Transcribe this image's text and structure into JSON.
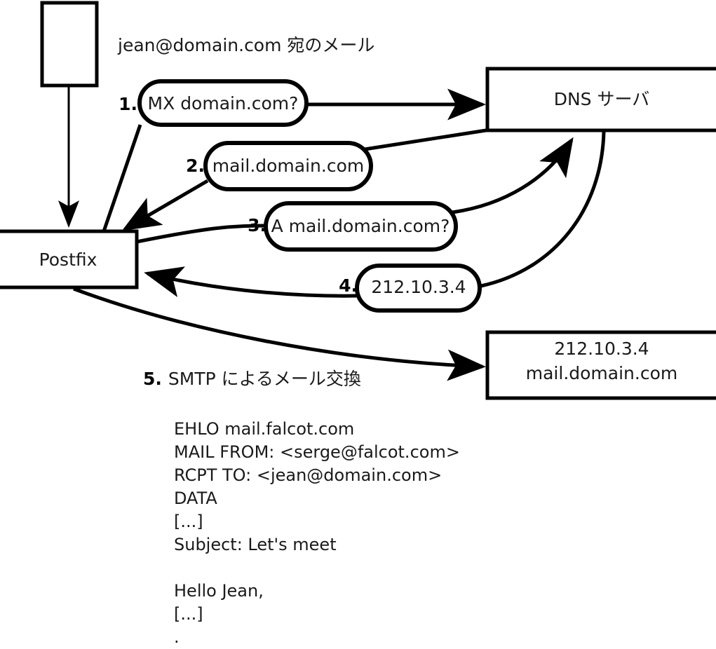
{
  "header": {
    "caption": "jean@domain.com 宛のメール"
  },
  "nodes": {
    "sender_box": {
      "label": ""
    },
    "postfix": {
      "label": "Postfix"
    },
    "dns_server": {
      "label": "DNS サーバ"
    },
    "mail_server": {
      "line1": "212.10.3.4",
      "line2": "mail.domain.com"
    }
  },
  "steps": [
    {
      "num": "1.",
      "label": "MX domain.com?"
    },
    {
      "num": "2.",
      "label": "mail.domain.com"
    },
    {
      "num": "3.",
      "label": "A mail.domain.com?"
    },
    {
      "num": "4.",
      "label": "212.10.3.4"
    }
  ],
  "step5": {
    "num": "5.",
    "label": "SMTP によるメール交換"
  },
  "smtp_transcript": [
    "EHLO mail.falcot.com",
    "MAIL FROM: <serge@falcot.com>",
    "RCPT TO: <jean@domain.com>",
    "DATA",
    "[...]",
    "Subject: Let's meet",
    "",
    "Hello Jean,",
    "[...]",
    "."
  ],
  "colors": {
    "stroke": "#000000",
    "fill": "#ffffff",
    "text": "#1a1a1a"
  }
}
